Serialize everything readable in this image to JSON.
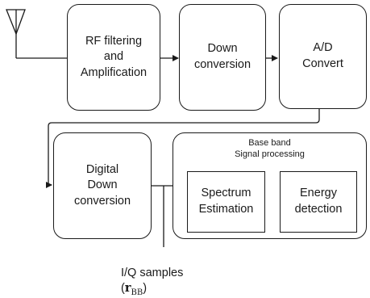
{
  "blocks": {
    "rf_filtering": "RF filtering\nand\nAmplification",
    "down_conversion": "Down\nconversion",
    "ad_convert": "A/D\nConvert",
    "digital_down_conversion": "Digital\nDown\nconversion",
    "baseband_title": "Base band\nSignal processing",
    "spectrum_estimation": "Spectrum\nEstimation",
    "energy_detection": "Energy\ndetection"
  },
  "labels": {
    "iq_samples": "I/Q samples (",
    "iq_symbol_r": "r",
    "iq_symbol_sub": "BB",
    "iq_close": ")"
  }
}
